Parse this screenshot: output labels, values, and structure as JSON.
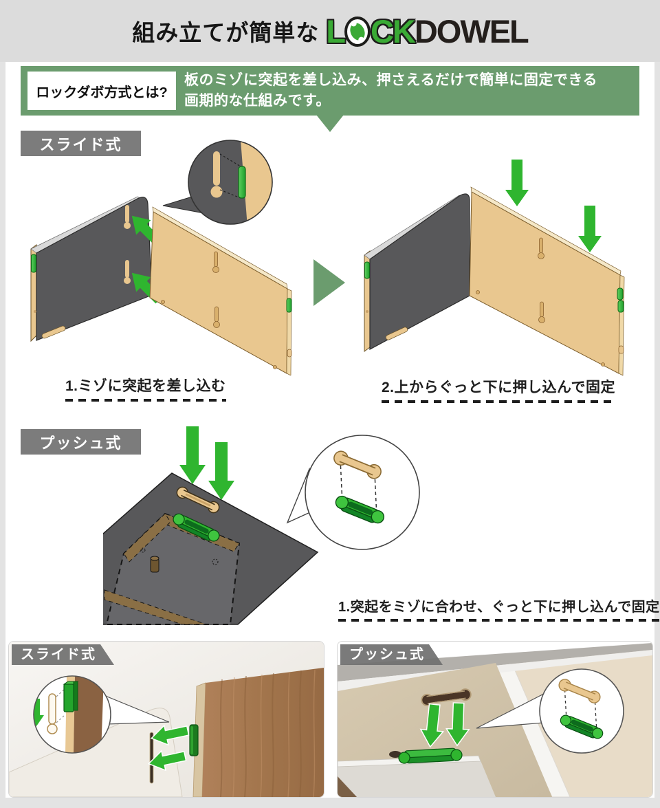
{
  "header": {
    "title_prefix": "組み立てが簡単な",
    "logo": {
      "l": "L",
      "ck": "CK",
      "dowel": "DOWEL",
      "brand_green": "#3aaa35",
      "brand_dark": "#241f1c"
    }
  },
  "intro": {
    "label": "ロックダボ方式とは?",
    "line1": "板のミゾに突起を差し込み、押さえるだけで簡単に固定できる",
    "line2": "画期的な仕組みです。",
    "banner_color": "#6b9c6e"
  },
  "slide": {
    "label": "スライド式",
    "step1": "1.ミゾに突起を差し込む",
    "step2": "2.上からぐっと下に押し込んで固定"
  },
  "push": {
    "label": "プッシュ式",
    "step1": "1.突起をミゾに合わせ、ぐっと下に押し込んで固定"
  },
  "photos": [
    {
      "label": "スライド式"
    },
    {
      "label": "プッシュ式"
    }
  ],
  "colors": {
    "page_bg": "#e3e3e3",
    "header_bg": "#dcdcdc",
    "content_bg": "#ffffff",
    "banner_green": "#6b9c6e",
    "label_gray": "#7c7c7c",
    "arrow_green": "#2fb52f",
    "dowel_green": "#2fb52f",
    "wood_tan": "#e9c78f",
    "panel_dark_gray": "#58585a"
  },
  "icons": [
    "magnifier-callout",
    "green-arrow-icon",
    "keyhole-slot",
    "bone-slot",
    "green-dowel",
    "banner-pointer",
    "transition-arrow"
  ]
}
